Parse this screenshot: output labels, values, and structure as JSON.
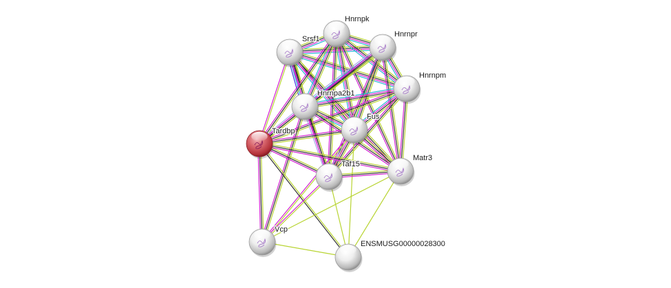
{
  "network": {
    "query_protein": "Tardbp",
    "colors": {
      "query_node": "#c8474f",
      "node": "#e8e8e8",
      "evidence": {
        "textmining": "#b8d432",
        "coexpression": "#333333",
        "experiments": "#d21fd2",
        "databases": "#28b4d6",
        "cooccurrence": "#3d3ddb",
        "homology": "#a8a0e8"
      }
    },
    "nodes": [
      {
        "id": "Hnrnpk",
        "label": "Hnrnpk",
        "query": false,
        "structure": true
      },
      {
        "id": "Hnrnpr",
        "label": "Hnrnpr",
        "query": false,
        "structure": true
      },
      {
        "id": "Srsf1",
        "label": "Srsf1",
        "query": false,
        "structure": true
      },
      {
        "id": "Hnrnpm",
        "label": "Hnrnpm",
        "query": false,
        "structure": true
      },
      {
        "id": "Hnrnpa2b1",
        "label": "Hnrnpa2b1",
        "query": false,
        "structure": true
      },
      {
        "id": "Fus",
        "label": "Fus",
        "query": false,
        "structure": true
      },
      {
        "id": "Tardbp",
        "label": "Tardbp",
        "query": true,
        "structure": true
      },
      {
        "id": "Taf15",
        "label": "Taf15",
        "query": false,
        "structure": true
      },
      {
        "id": "Matr3",
        "label": "Matr3",
        "query": false,
        "structure": true
      },
      {
        "id": "Vcp",
        "label": "Vcp",
        "query": false,
        "structure": true
      },
      {
        "id": "ENSMUSG00000028300",
        "label": "ENSMUSG00000028300",
        "query": false,
        "structure": false
      }
    ],
    "edges": [
      {
        "a": "Srsf1",
        "b": "Hnrnpk",
        "ev": [
          "textmining",
          "coexpression",
          "experiments",
          "databases"
        ]
      },
      {
        "a": "Srsf1",
        "b": "Hnrnpr",
        "ev": [
          "textmining",
          "coexpression",
          "experiments",
          "databases"
        ]
      },
      {
        "a": "Srsf1",
        "b": "Hnrnpm",
        "ev": [
          "textmining",
          "coexpression",
          "experiments",
          "databases"
        ]
      },
      {
        "a": "Srsf1",
        "b": "Hnrnpa2b1",
        "ev": [
          "textmining",
          "coexpression",
          "experiments",
          "databases",
          "cooccurrence"
        ]
      },
      {
        "a": "Srsf1",
        "b": "Fus",
        "ev": [
          "textmining",
          "coexpression",
          "experiments",
          "databases"
        ]
      },
      {
        "a": "Srsf1",
        "b": "Tardbp",
        "ev": [
          "textmining",
          "experiments"
        ]
      },
      {
        "a": "Srsf1",
        "b": "Taf15",
        "ev": [
          "textmining",
          "coexpression",
          "experiments"
        ]
      },
      {
        "a": "Srsf1",
        "b": "Matr3",
        "ev": [
          "textmining",
          "coexpression",
          "experiments"
        ]
      },
      {
        "a": "Hnrnpk",
        "b": "Hnrnpr",
        "ev": [
          "textmining",
          "coexpression",
          "experiments",
          "databases"
        ]
      },
      {
        "a": "Hnrnpk",
        "b": "Hnrnpm",
        "ev": [
          "textmining",
          "coexpression",
          "experiments",
          "databases"
        ]
      },
      {
        "a": "Hnrnpk",
        "b": "Hnrnpa2b1",
        "ev": [
          "textmining",
          "coexpression",
          "experiments",
          "databases"
        ]
      },
      {
        "a": "Hnrnpk",
        "b": "Fus",
        "ev": [
          "textmining",
          "coexpression",
          "experiments",
          "databases"
        ]
      },
      {
        "a": "Hnrnpk",
        "b": "Tardbp",
        "ev": [
          "textmining",
          "coexpression",
          "experiments"
        ]
      },
      {
        "a": "Hnrnpk",
        "b": "Taf15",
        "ev": [
          "textmining",
          "coexpression",
          "experiments"
        ]
      },
      {
        "a": "Hnrnpk",
        "b": "Matr3",
        "ev": [
          "textmining",
          "coexpression",
          "experiments"
        ]
      },
      {
        "a": "Hnrnpr",
        "b": "Hnrnpm",
        "ev": [
          "textmining",
          "coexpression",
          "experiments",
          "databases"
        ]
      },
      {
        "a": "Hnrnpr",
        "b": "Hnrnpa2b1",
        "ev": [
          "textmining",
          "coexpression",
          "experiments",
          "databases",
          "homology"
        ]
      },
      {
        "a": "Hnrnpr",
        "b": "Fus",
        "ev": [
          "textmining",
          "coexpression",
          "experiments",
          "databases"
        ]
      },
      {
        "a": "Hnrnpr",
        "b": "Tardbp",
        "ev": [
          "textmining",
          "coexpression",
          "experiments"
        ]
      },
      {
        "a": "Hnrnpr",
        "b": "Taf15",
        "ev": [
          "textmining",
          "coexpression",
          "experiments"
        ]
      },
      {
        "a": "Hnrnpr",
        "b": "Matr3",
        "ev": [
          "textmining",
          "coexpression",
          "experiments"
        ]
      },
      {
        "a": "Hnrnpm",
        "b": "Hnrnpa2b1",
        "ev": [
          "textmining",
          "coexpression",
          "experiments",
          "databases"
        ]
      },
      {
        "a": "Hnrnpm",
        "b": "Fus",
        "ev": [
          "textmining",
          "coexpression",
          "experiments",
          "databases"
        ]
      },
      {
        "a": "Hnrnpm",
        "b": "Tardbp",
        "ev": [
          "textmining",
          "coexpression",
          "experiments"
        ]
      },
      {
        "a": "Hnrnpm",
        "b": "Taf15",
        "ev": [
          "textmining",
          "coexpression",
          "experiments"
        ]
      },
      {
        "a": "Hnrnpm",
        "b": "Matr3",
        "ev": [
          "textmining",
          "coexpression",
          "experiments"
        ]
      },
      {
        "a": "Hnrnpa2b1",
        "b": "Fus",
        "ev": [
          "textmining",
          "coexpression",
          "experiments",
          "databases"
        ]
      },
      {
        "a": "Hnrnpa2b1",
        "b": "Tardbp",
        "ev": [
          "textmining",
          "coexpression",
          "experiments",
          "homology"
        ]
      },
      {
        "a": "Hnrnpa2b1",
        "b": "Taf15",
        "ev": [
          "textmining",
          "coexpression",
          "experiments",
          "homology"
        ]
      },
      {
        "a": "Hnrnpa2b1",
        "b": "Matr3",
        "ev": [
          "textmining",
          "coexpression",
          "experiments"
        ]
      },
      {
        "a": "Hnrnpa2b1",
        "b": "Vcp",
        "ev": [
          "textmining",
          "coexpression",
          "experiments"
        ]
      },
      {
        "a": "Fus",
        "b": "Tardbp",
        "ev": [
          "textmining",
          "coexpression",
          "experiments"
        ]
      },
      {
        "a": "Fus",
        "b": "Taf15",
        "ev": [
          "textmining",
          "coexpression",
          "experiments",
          "homology"
        ]
      },
      {
        "a": "Fus",
        "b": "Matr3",
        "ev": [
          "textmining",
          "coexpression",
          "experiments"
        ]
      },
      {
        "a": "Fus",
        "b": "Vcp",
        "ev": [
          "textmining",
          "experiments"
        ]
      },
      {
        "a": "Fus",
        "b": "ENSMUSG00000028300",
        "ev": [
          "textmining"
        ]
      },
      {
        "a": "Tardbp",
        "b": "Taf15",
        "ev": [
          "textmining",
          "coexpression",
          "experiments"
        ]
      },
      {
        "a": "Tardbp",
        "b": "Matr3",
        "ev": [
          "textmining",
          "coexpression",
          "experiments"
        ]
      },
      {
        "a": "Tardbp",
        "b": "Vcp",
        "ev": [
          "textmining",
          "coexpression",
          "experiments"
        ]
      },
      {
        "a": "Tardbp",
        "b": "ENSMUSG00000028300",
        "ev": [
          "textmining",
          "coexpression"
        ]
      },
      {
        "a": "Taf15",
        "b": "Matr3",
        "ev": [
          "textmining",
          "coexpression",
          "experiments"
        ]
      },
      {
        "a": "Taf15",
        "b": "Vcp",
        "ev": [
          "textmining",
          "experiments"
        ]
      },
      {
        "a": "Taf15",
        "b": "ENSMUSG00000028300",
        "ev": [
          "textmining"
        ]
      },
      {
        "a": "Matr3",
        "b": "Vcp",
        "ev": [
          "textmining"
        ]
      },
      {
        "a": "Matr3",
        "b": "ENSMUSG00000028300",
        "ev": [
          "textmining"
        ]
      },
      {
        "a": "Vcp",
        "b": "ENSMUSG00000028300",
        "ev": [
          "textmining"
        ]
      }
    ]
  }
}
